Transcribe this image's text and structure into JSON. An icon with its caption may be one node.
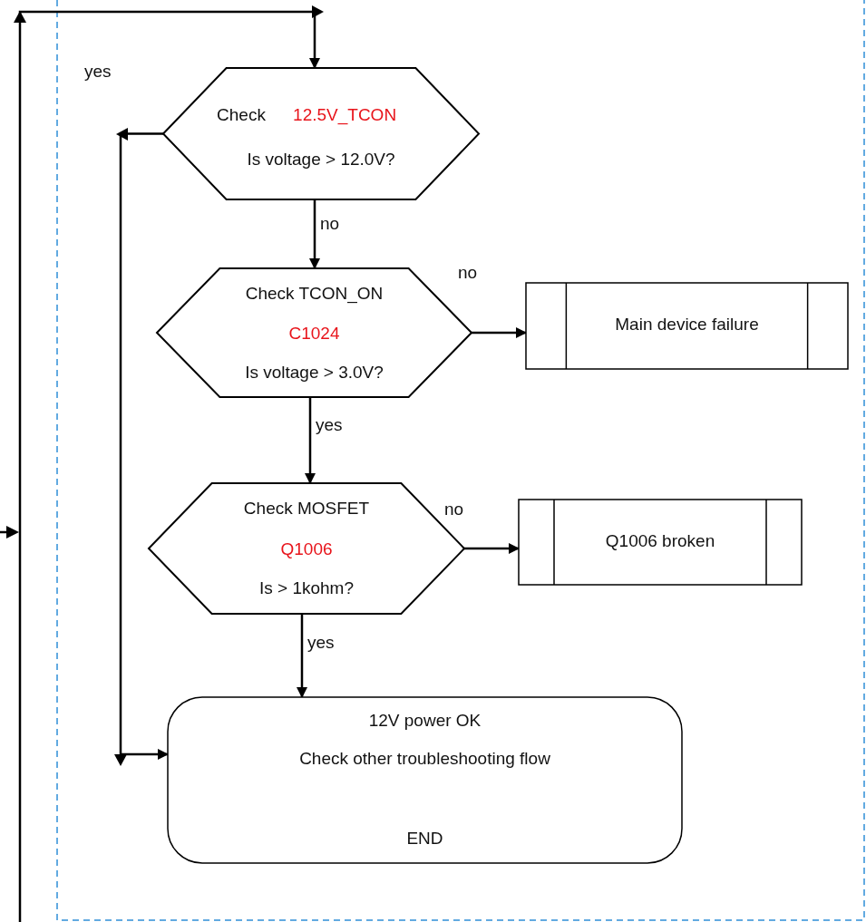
{
  "diagram": {
    "nodes": [
      {
        "text": [
          "Check",
          "12.5V_TCON",
          "Is voltage > 12.0V?"
        ]
      },
      {
        "text": [
          "Check TCON_ON",
          "C1024",
          "Is voltage > 3.0V?"
        ]
      },
      {
        "text": [
          "Check MOSFET",
          "Q1006",
          "Is > 1kohm?"
        ]
      },
      {
        "text": [
          "Main device failure"
        ]
      },
      {
        "text": [
          "Q1006 broken"
        ]
      },
      {
        "text": [
          "12V power OK",
          "Check other troubleshooting flow",
          "END"
        ]
      }
    ],
    "edges": [
      {
        "from": null,
        "to": 0,
        "arrow": "to"
      },
      {
        "from": 0,
        "to": 5,
        "arrow": "to"
      },
      {
        "from": 0,
        "to": 1,
        "arrow": "to",
        "label": "no"
      },
      {
        "from": 1,
        "to": 3,
        "arrow": "to",
        "label": "no"
      },
      {
        "from": 1,
        "to": 2,
        "arrow": "to",
        "label": "yes"
      },
      {
        "from": 2,
        "to": 4,
        "arrow": "to",
        "label": "no"
      },
      {
        "from": 2,
        "to": 5,
        "arrow": "to",
        "label": "yes"
      }
    ],
    "labels": [
      "yes"
    ]
  }
}
